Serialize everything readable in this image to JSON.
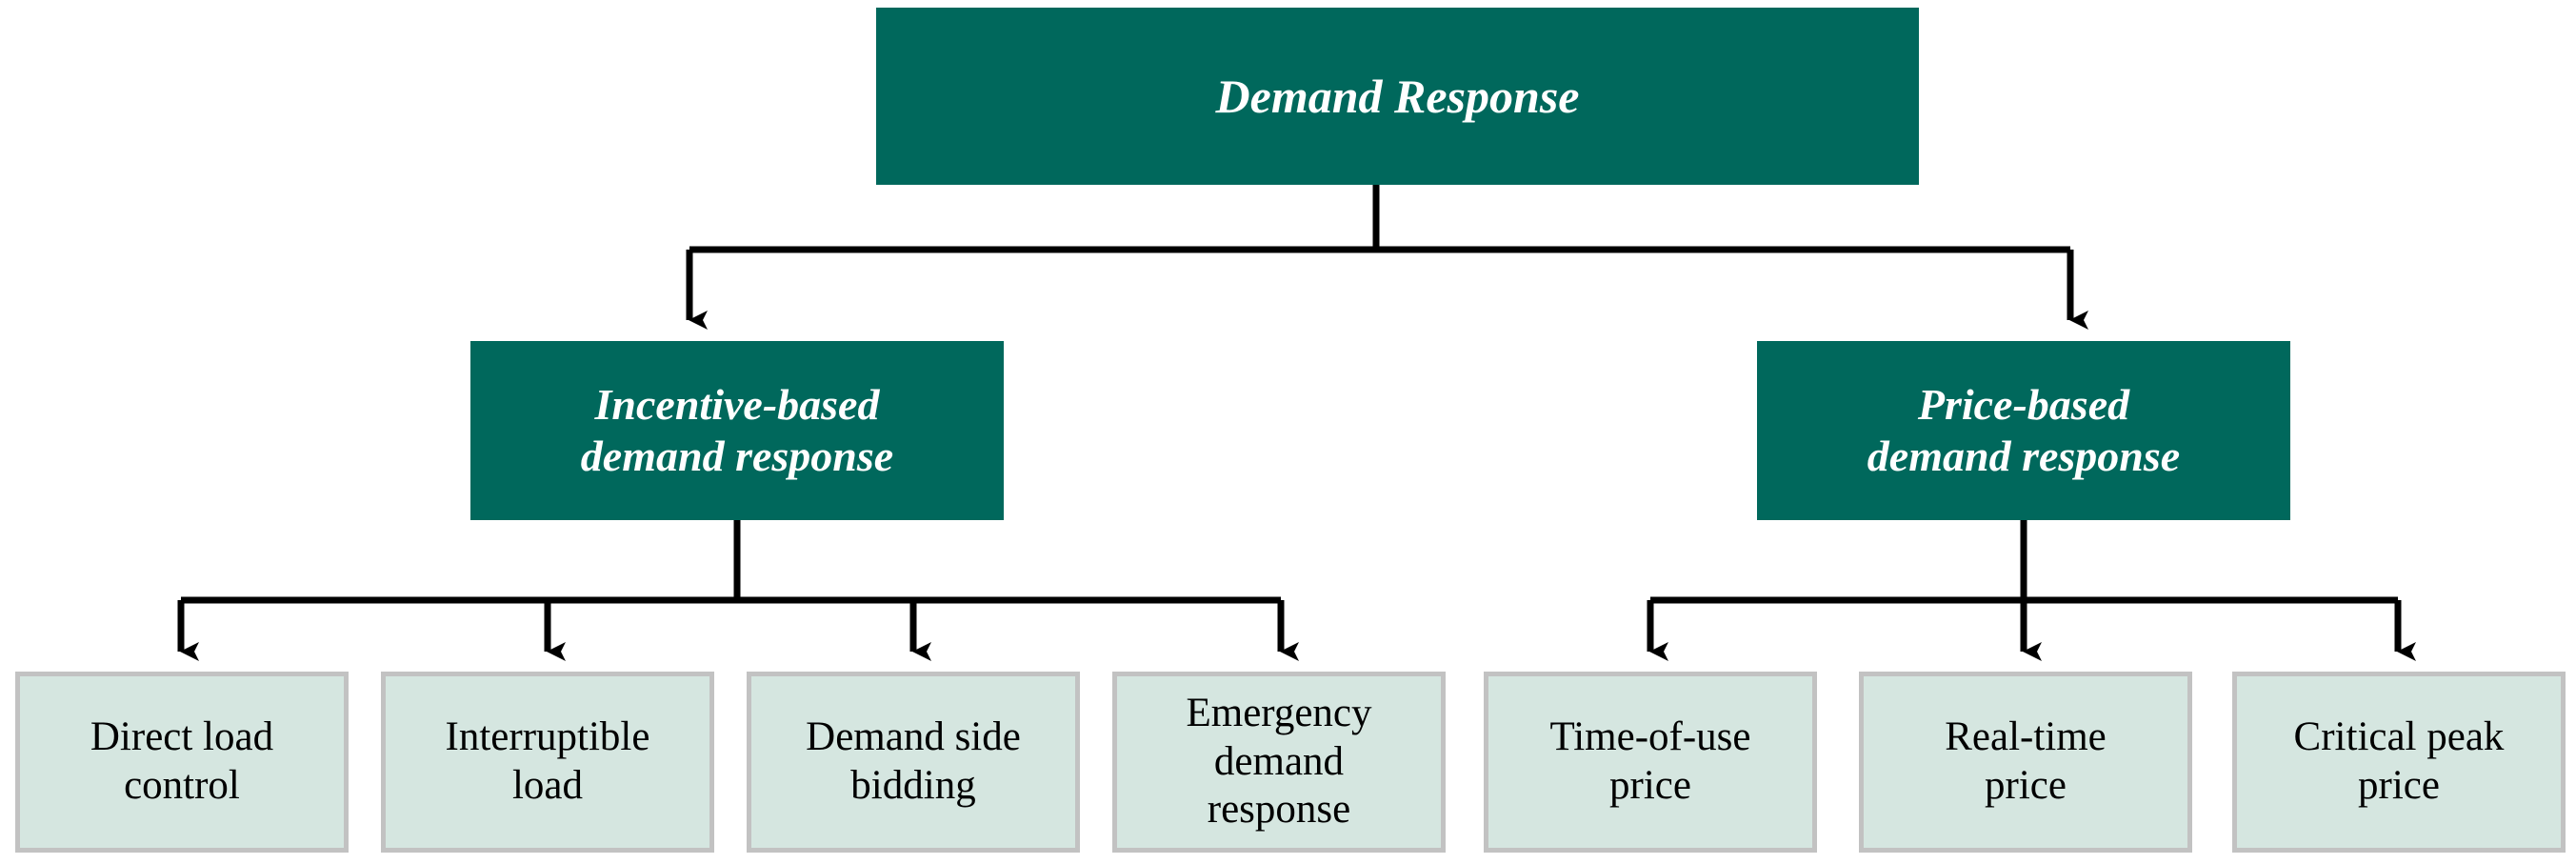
{
  "diagram": {
    "type": "hierarchy-tree",
    "title": "Demand Response classification",
    "colors": {
      "primary_fill": "#00685C",
      "primary_text": "#FFFFFF",
      "leaf_fill": "#D5E6E0",
      "leaf_border": "#C2C2C2",
      "leaf_text": "#000000",
      "connector": "#000000",
      "background": "#FFFFFF"
    }
  },
  "root": {
    "label": "Demand Response"
  },
  "branches": [
    {
      "id": "incentive",
      "label": "Incentive-based\ndemand response",
      "children": [
        "Direct load\ncontrol",
        "Interruptible\nload",
        "Demand side\nbidding",
        "Emergency\ndemand\nresponse"
      ]
    },
    {
      "id": "price",
      "label": "Price-based\ndemand response",
      "children": [
        "Time-of-use\nprice",
        "Real-time\nprice",
        "Critical peak\nprice"
      ]
    }
  ],
  "leaves": {
    "direct_load_control": "Direct load\ncontrol",
    "interruptible_load": "Interruptible\nload",
    "demand_side_bidding": "Demand side\nbidding",
    "emergency_demand_response": "Emergency\ndemand\nresponse",
    "time_of_use_price": "Time-of-use\nprice",
    "real_time_price": "Real-time\nprice",
    "critical_peak_price": "Critical peak\nprice"
  }
}
